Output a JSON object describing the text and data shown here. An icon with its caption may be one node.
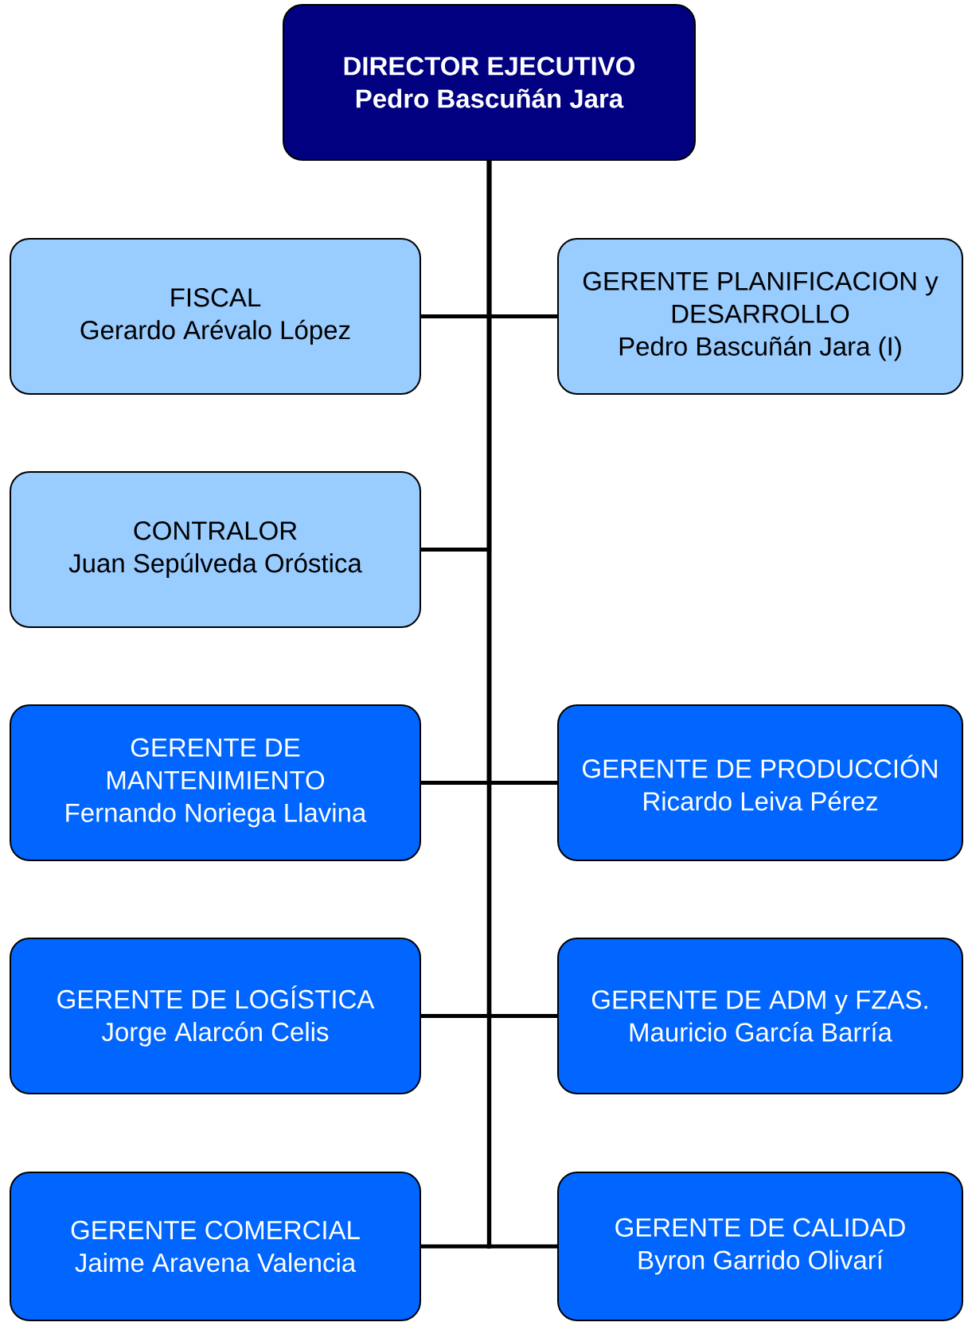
{
  "diagram": {
    "nodes": [
      {
        "text": [
          "DIRECTOR EJECUTIVO",
          "Pedro Bascuñán Jara"
        ]
      },
      {
        "text": [
          "FISCAL",
          "Gerardo Arévalo López"
        ]
      },
      {
        "text": [
          "GERENTE PLANIFICACION y DESARROLLO",
          "Pedro Bascuñán Jara (I)"
        ]
      },
      {
        "text": [
          "CONTRALOR",
          "Juan Sepúlveda Oróstica"
        ]
      },
      {
        "text": [
          "GERENTE DE MANTENIMIENTO",
          "Fernando Noriega Llavina"
        ]
      },
      {
        "text": [
          "GERENTE DE PRODUCCIÓN",
          "Ricardo Leiva Pérez"
        ]
      },
      {
        "text": [
          "GERENTE DE LOGÍSTICA",
          "Jorge Alarcón Celis"
        ]
      },
      {
        "text": [
          "GERENTE DE ADM y FZAS.",
          "Mauricio García Barría"
        ]
      },
      {
        "text": [
          "GERENTE COMERCIAL",
          "Jaime Aravena Valencia"
        ]
      },
      {
        "text": [
          "GERENTE DE CALIDAD",
          "Byron Garrido Olivarí"
        ]
      }
    ],
    "edges": [
      {
        "from": 0,
        "to": 1,
        "arrow": "none"
      },
      {
        "from": 0,
        "to": 2,
        "arrow": "none"
      },
      {
        "from": 0,
        "to": 3,
        "arrow": "none"
      },
      {
        "from": 0,
        "to": 4,
        "arrow": "none"
      },
      {
        "from": 0,
        "to": 5,
        "arrow": "none"
      },
      {
        "from": 0,
        "to": 6,
        "arrow": "none"
      },
      {
        "from": 0,
        "to": 7,
        "arrow": "none"
      },
      {
        "from": 0,
        "to": 8,
        "arrow": "none"
      },
      {
        "from": 0,
        "to": 9,
        "arrow": "none"
      }
    ]
  }
}
